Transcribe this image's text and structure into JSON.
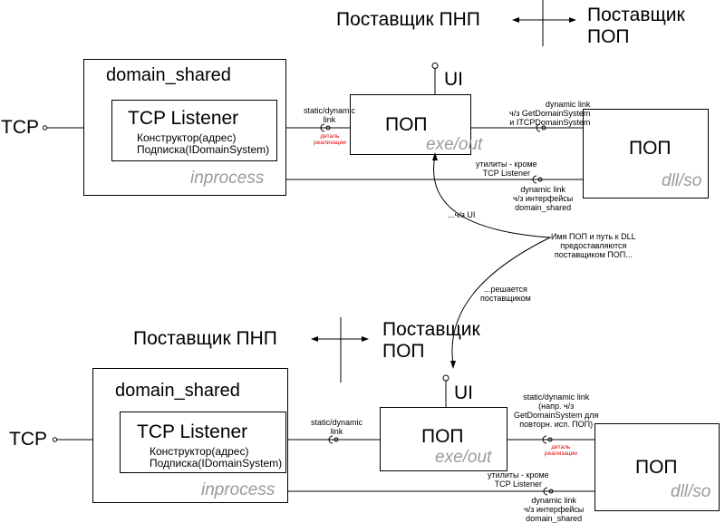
{
  "colors": {
    "line": "#000000",
    "grey_text": "#9a9a9a",
    "red_text": "#e00000"
  },
  "top": {
    "supplier_pnp": "Поставщик ПНП",
    "supplier_pop_line1": "Поставщик",
    "supplier_pop_line2": "ПОП",
    "domain_shared": "domain_shared",
    "tcp_listener": "TCP Listener",
    "constructor": "Конструктор(адрес)",
    "subscription": "Подписка(IDomainSystem)",
    "inprocess": "inprocess",
    "tcp": "TCP",
    "ui": "UI",
    "pop_exe": "ПОП",
    "exe_out": "exe/out",
    "pop_dll": "ПОП",
    "dll_so": "dll/so",
    "static_dynamic_line1": "static/dynamic",
    "static_dynamic_line2": "link",
    "detail_line1": "деталь",
    "detail_line2": "реализации",
    "dyn_link_line1": "dynamic link",
    "dyn_link_line2": "ч/з GetDomainSystem",
    "dyn_link_line3": "и ITCPDomainSystem",
    "utils_line1": "утилиты - кроме",
    "utils_line2": "TCP Listener",
    "dyn_ifaces_line1": "dynamic link",
    "dyn_ifaces_line2": "ч/з интерфейсы",
    "dyn_ifaces_line3": "domain_shared"
  },
  "middle": {
    "via_ui": "...ч/з UI",
    "name_line1": "Имя ПОП и путь к DLL",
    "name_line2": "предоставляются",
    "name_line3": "поставщиком ПОП...",
    "decided_line1": "...решается",
    "decided_line2": "поставщиком"
  },
  "bottom": {
    "supplier_pnp": "Поставщик ПНП",
    "supplier_pop_line1": "Поставщик",
    "supplier_pop_line2": "ПОП",
    "domain_shared": "domain_shared",
    "tcp_listener": "TCP Listener",
    "constructor": "Конструктор(адрес)",
    "subscription": "Подписка(IDomainSystem)",
    "inprocess": "inprocess",
    "tcp": "TCP",
    "ui": "UI",
    "pop_exe": "ПОП",
    "exe_out": "exe/out",
    "pop_dll": "ПОП",
    "dll_so": "dll/so",
    "static_dynamic_line1": "static/dynamic",
    "static_dynamic_line2": "link",
    "sd_right_line1": "static/dynamic link",
    "sd_right_line2": "(напр. ч/з",
    "sd_right_line3": "GetDomainSystem для",
    "sd_right_line4": "повторн. исп. ПОП)",
    "detail_line1": "деталь",
    "detail_line2": "реализации",
    "utils_line1": "утилиты - кроме",
    "utils_line2": "TCP Listener",
    "dyn_ifaces_line1": "dynamic link",
    "dyn_ifaces_line2": "ч/з интерфейсы",
    "dyn_ifaces_line3": "domain_shared"
  }
}
